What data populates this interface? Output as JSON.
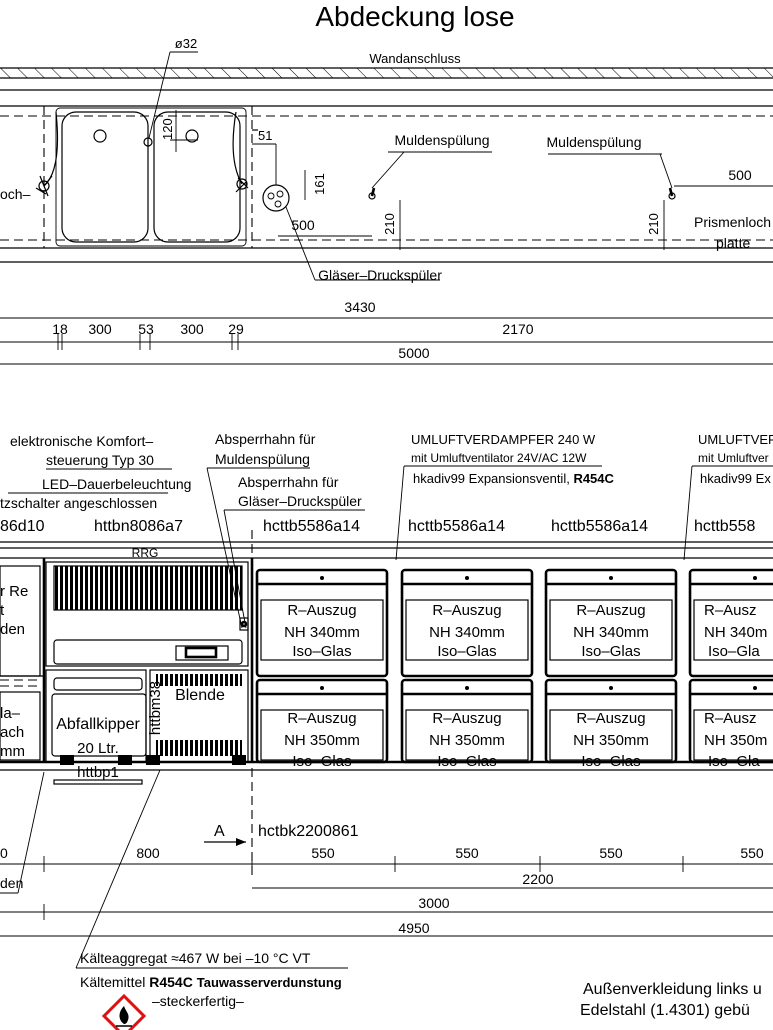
{
  "title": "Abdeckung lose",
  "top_plan": {
    "pipe_diameter": "ø32",
    "wall_connection": "Wandanschluss",
    "dim_120": "120",
    "dim_51": "51",
    "dim_161": "161",
    "dim_500_left": "500",
    "dim_210_left": "210",
    "dim_210_right": "210",
    "dim_500_right": "500",
    "trough_rinse_1": "Muldenspülung",
    "trough_rinse_2": "Muldenspülung",
    "prism_hole": "Prismenloch",
    "plate": "platte",
    "left_hole_cut": "och–",
    "glass_rinser": "Gläser–Druckspüler",
    "dim_3430": "3430",
    "dims_row": [
      "18",
      "300",
      "53",
      "300",
      "29"
    ],
    "dim_2170": "2170",
    "dim_5000": "5000"
  },
  "annotations": {
    "comfort_control_1": "elektronische Komfort–",
    "comfort_control_2": "steuerung Typ 30",
    "led_lighting": "LED–Dauerbeleuchtung",
    "switch_connected": "tzschalter angeschlossen",
    "shutoff_trough_1": "Absperrhahn für",
    "shutoff_trough_2": "Muldenspülung",
    "shutoff_glass_1": "Absperrhahn für",
    "shutoff_glass_2": "Gläser–Druckspüler",
    "evaporator_1": "UMLUFTVERDAMPFER 240 W",
    "evaporator_2": "mit Umluftventilator 24V/AC 12W",
    "evaporator_3_prefix": "hkadiv99 Expansionsventil, ",
    "evaporator_3_bold": "R454C",
    "evaporator_right_1": "UMLUFTVER",
    "evaporator_right_2": "mit Umluftver",
    "evaporator_right_3": "hkadiv99 Ex"
  },
  "model_codes": [
    "86d10",
    "httbn8086a7",
    "hcttb5586a14",
    "hcttb5586a14",
    "hcttb5586a14",
    "hcttb558"
  ],
  "front": {
    "rrg": "RRG",
    "left_text": [
      "r Re",
      "t",
      "den",
      "la–",
      "ach",
      "mm"
    ],
    "blende": "Blende",
    "waste_tipper": [
      "Abfallkipper",
      "20 Ltr.",
      "httbp1"
    ],
    "vertical_code": "httbm38",
    "drawers_top": [
      "R–Auszug",
      "NH 340mm",
      "Iso–Glas"
    ],
    "drawers_bottom": [
      "R–Auszug",
      "NH 350mm",
      "Iso–Glas"
    ],
    "drawers_top_cut": [
      "R–Ausz",
      "NH 340m",
      "Iso–Gla"
    ],
    "drawers_bottom_cut": [
      "R–Ausz",
      "NH 350m",
      "Iso–Gla"
    ],
    "section_marker": "A",
    "base_code": "hctbk2200861"
  },
  "bottom_dims": {
    "d_800": "800",
    "d_550_list": [
      "550",
      "550",
      "550",
      "550"
    ],
    "d_2200": "2200",
    "d_3000": "3000",
    "d_4950": "4950",
    "left_cut_0": "0",
    "left_cut_den": "den"
  },
  "footer": {
    "compressor": "Kälteaggregat ≈467 W bei –10 °C VT",
    "refrigerant_prefix": "Kältemittel ",
    "refrigerant_bold": "R454C",
    "defrost": "Tauwasserverdunstung",
    "plug_ready": "–steckerfertig–",
    "outer_cladding_1": "Außenverkleidung links u",
    "outer_cladding_2": "Edelstahl (1.4301) gebü"
  }
}
